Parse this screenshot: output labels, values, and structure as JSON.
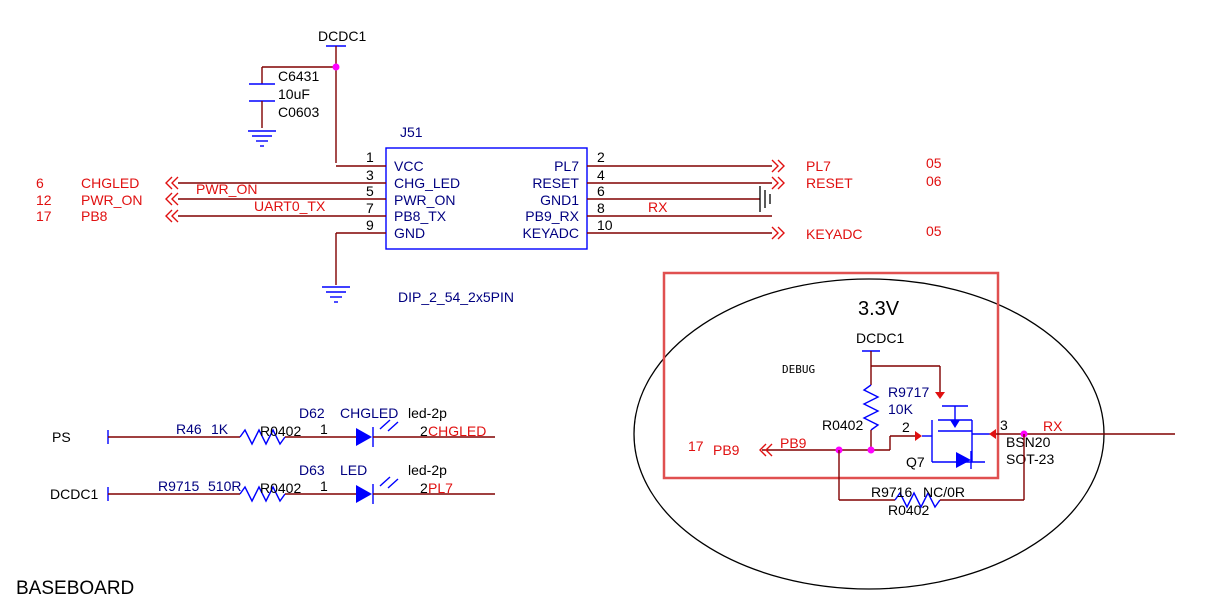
{
  "top": {
    "dcdc_label": "DCDC1",
    "cap": {
      "ref": "C6431",
      "value": "10uF",
      "pkg": "C0603"
    }
  },
  "connector": {
    "ref": "J51",
    "footprint": "DIP_2_54_2x5PIN",
    "left_pins": [
      {
        "num": "1",
        "name": "VCC"
      },
      {
        "num": "3",
        "name": "CHG_LED"
      },
      {
        "num": "5",
        "name": "PWR_ON"
      },
      {
        "num": "7",
        "name": "PB8_TX"
      },
      {
        "num": "9",
        "name": "GND"
      }
    ],
    "right_pins": [
      {
        "num": "2",
        "name": "PL7"
      },
      {
        "num": "4",
        "name": "RESET"
      },
      {
        "num": "6",
        "name": "GND1"
      },
      {
        "num": "8",
        "name": "PB9_RX"
      },
      {
        "num": "10",
        "name": "KEYADC"
      }
    ]
  },
  "left_ports": [
    {
      "num": "6",
      "name": "CHGLED"
    },
    {
      "num": "12",
      "name": "PWR_ON"
    },
    {
      "num": "17",
      "name": "PB8"
    }
  ],
  "left_nets": {
    "pwr_on": "PWR_ON",
    "uart": "UART0_TX"
  },
  "right_ports": [
    {
      "name": "PL7",
      "page": "05"
    },
    {
      "name": "RESET",
      "page": "06"
    },
    {
      "name": "KEYADC",
      "page": "05"
    }
  ],
  "rx_net": "RX",
  "led_circuits": [
    {
      "net": "PS",
      "res_ref": "R46",
      "res_val": "1K",
      "res_pkg": "R0402",
      "pin1": "1",
      "diode_ref": "D62",
      "diode_name": "CHGLED",
      "diode_pkg": "led-2p",
      "pin2": "2",
      "out_net": "CHGLED"
    },
    {
      "net": "DCDC1",
      "res_ref": "R9715",
      "res_val": "510R",
      "res_pkg": "R0402",
      "pin1": "1",
      "diode_ref": "D63",
      "diode_name": "LED",
      "diode_pkg": "led-2p",
      "pin2": "2",
      "out_net": "PL7"
    }
  ],
  "debug": {
    "voltage": "3.3V",
    "dcdc_label": "DCDC1",
    "title": "DEBUG",
    "r_pull": {
      "ref": "R9717",
      "value": "10K",
      "pkg": "R0402"
    },
    "gate_pin": "2",
    "drain_pin": "3",
    "transistor": {
      "ref": "Q7",
      "part": "BSN20",
      "pkg": "SOT-23"
    },
    "port": {
      "num": "17",
      "name": "PB9"
    },
    "net_pb9": "PB9",
    "net_rx": "RX",
    "r_bypass": {
      "ref": "R9716",
      "value": "NC/0R",
      "pkg": "R0402"
    }
  },
  "footer": "BASEBOARD",
  "colors": {
    "wire": "#800000",
    "part": "#0000ff",
    "net": "#e01010",
    "junction": "#ff00ff",
    "highlight": "#e05050"
  }
}
